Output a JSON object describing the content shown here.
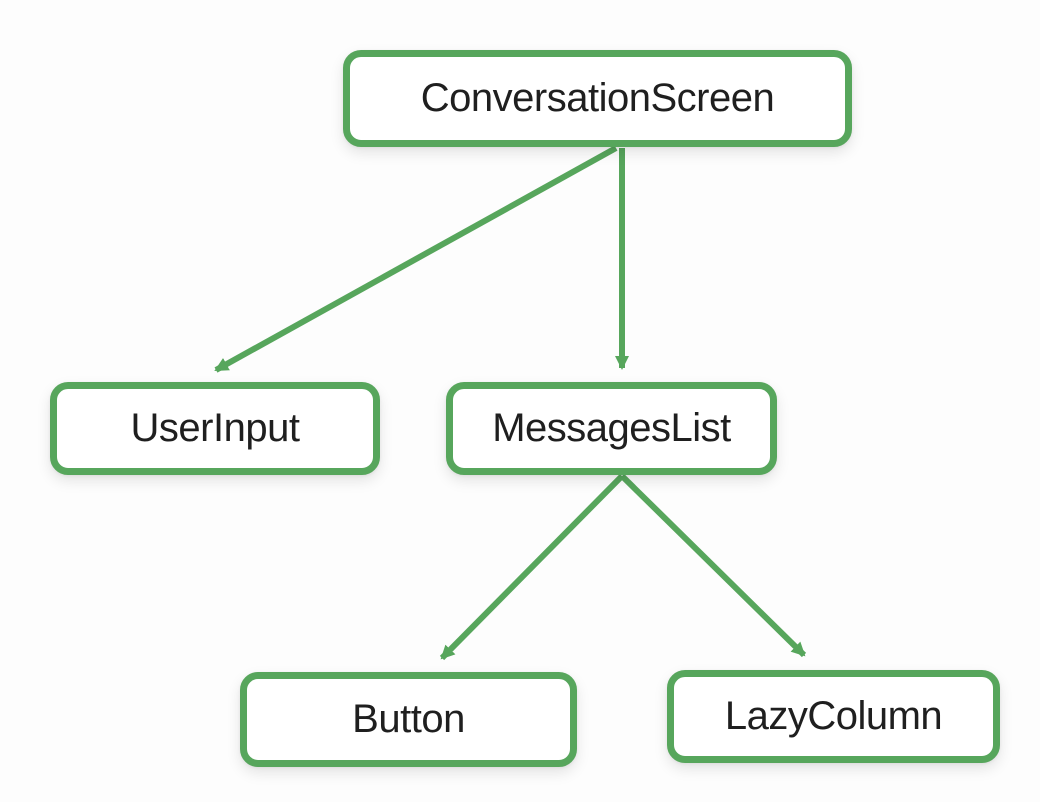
{
  "diagram": {
    "type": "tree",
    "accent_color": "#57a65c",
    "text_color": "#1f1f1f",
    "node_fill_color": "#ffffff",
    "nodes": [
      {
        "id": "conversation-screen",
        "label": "ConversationScreen"
      },
      {
        "id": "user-input",
        "label": "UserInput"
      },
      {
        "id": "messages-list",
        "label": "MessagesList"
      },
      {
        "id": "button",
        "label": "Button"
      },
      {
        "id": "lazy-column",
        "label": "LazyColumn"
      }
    ],
    "edges": [
      {
        "from": "ConversationScreen",
        "to": "UserInput"
      },
      {
        "from": "ConversationScreen",
        "to": "MessagesList"
      },
      {
        "from": "MessagesList",
        "to": "Button"
      },
      {
        "from": "MessagesList",
        "to": "LazyColumn"
      }
    ]
  }
}
